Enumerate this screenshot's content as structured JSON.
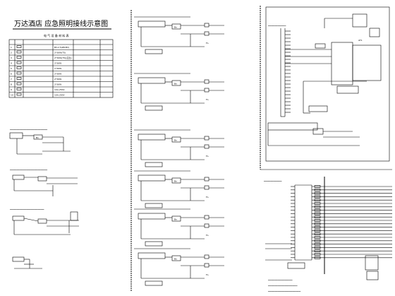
{
  "title": "万达酒店 应急照明接线示意图",
  "legend": {
    "heading": "电 气 设 备 材 料 表",
    "rows": [
      {
        "no": "1",
        "spec": "BV-2.5(ZR-BV)"
      },
      {
        "no": "2",
        "spec": "2*36W(T5)"
      },
      {
        "no": "3",
        "spec": "2*36W(T5)(应急)"
      },
      {
        "no": "4",
        "spec": "2*36W"
      },
      {
        "no": "5",
        "spec": "1*36W"
      },
      {
        "no": "6",
        "spec": "2*36W"
      },
      {
        "no": "7",
        "spec": "2*36W"
      },
      {
        "no": "8",
        "spec": "2*36W"
      },
      {
        "no": "9",
        "spec": "10A,250V"
      },
      {
        "no": "10",
        "spec": "10A,250V"
      }
    ]
  },
  "panels": {
    "switch_label": "Bn",
    "fire_signal": "F.L",
    "top_right_label": "AT1"
  }
}
